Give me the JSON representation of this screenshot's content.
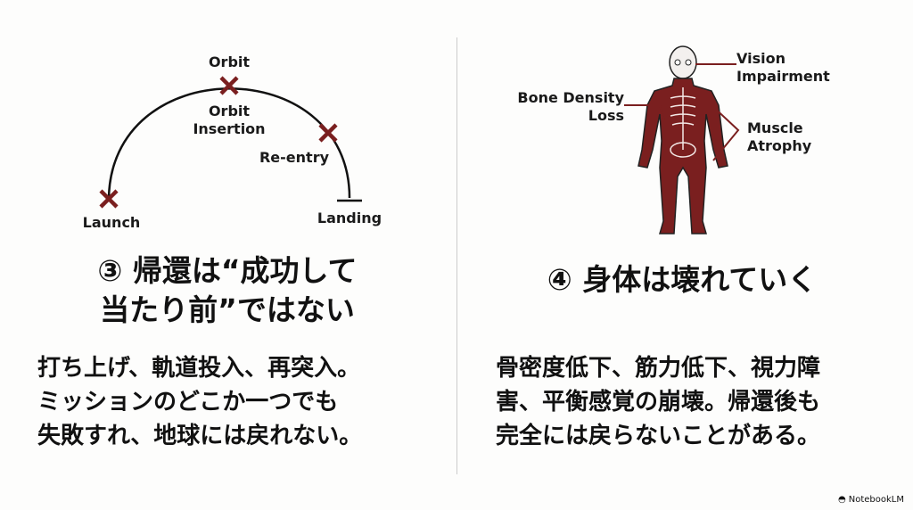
{
  "left": {
    "diagram": {
      "labels": {
        "orbit": "Orbit",
        "orbit_insertion": "Orbit Insertion",
        "reentry": "Re-entry",
        "launch": "Launch",
        "landing": "Landing"
      }
    },
    "title_line1": "③ 帰還は“成功して",
    "title_line2": "当たり前”ではない",
    "body": [
      "打ち上げ、軌道投入、再突入。",
      "ミッションのどこか一つでも",
      "失敗すれ、地球には戻れない。"
    ]
  },
  "right": {
    "diagram": {
      "labels": {
        "vision": "Vision Impairment",
        "bone": "Bone Density Loss",
        "muscle": "Muscle Atrophy"
      }
    },
    "title": "④ 身体は壊れていく",
    "body": [
      "骨密度低下、筋力低下、視力障",
      "害、平衡感覚の崩壊。帰還後も",
      "完全には戻らないことがある。"
    ]
  },
  "footer": {
    "brand": "NotebookLM"
  },
  "colors": {
    "accent": "#7a1f1f",
    "text": "#111111"
  }
}
